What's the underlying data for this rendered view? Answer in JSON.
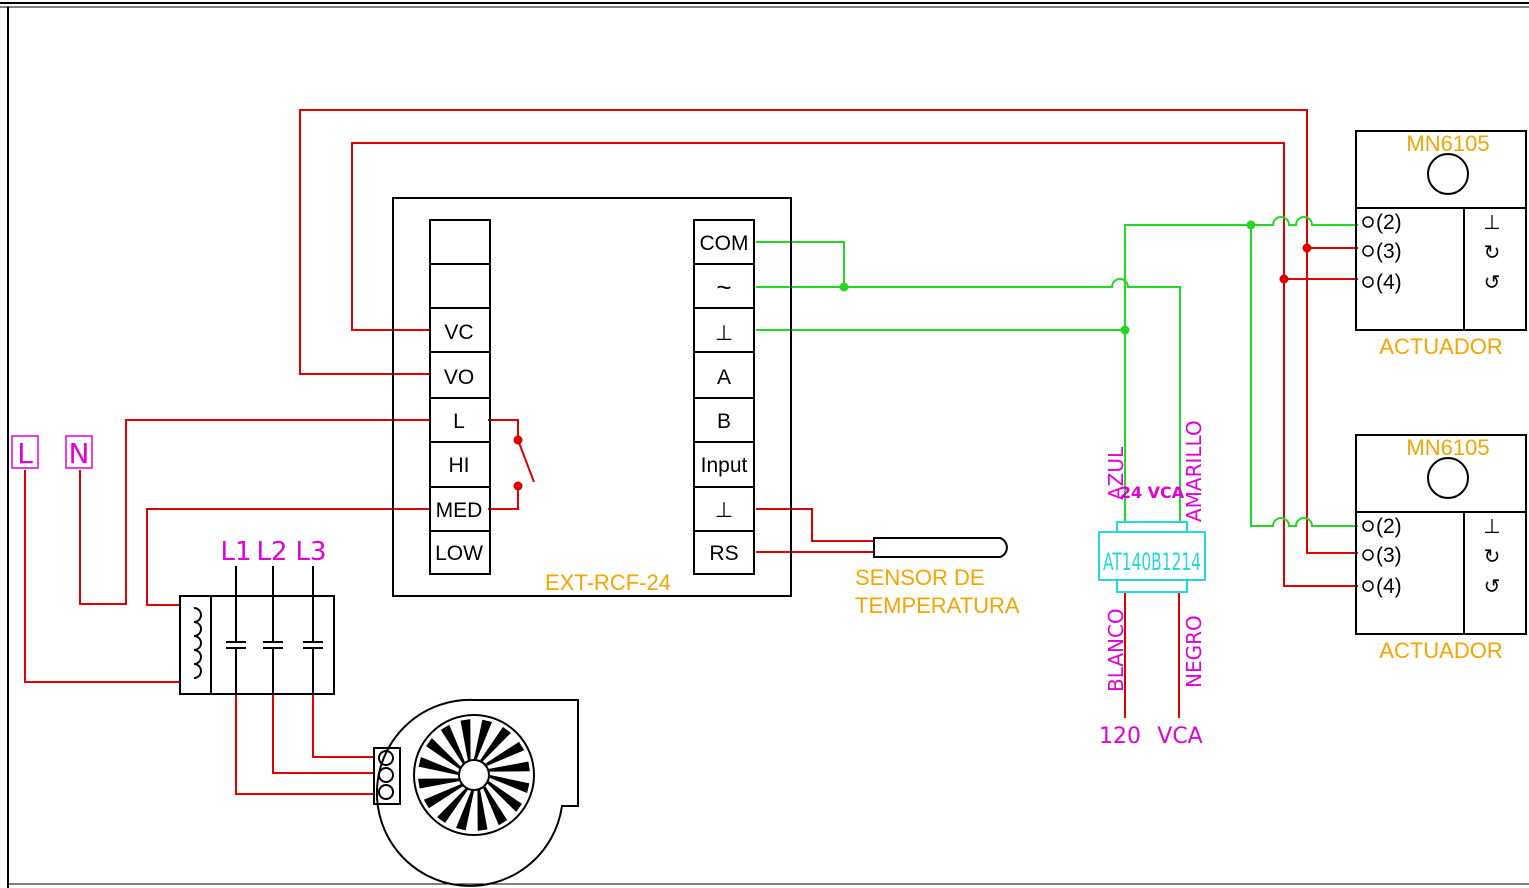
{
  "colors": {
    "power": "#e00000",
    "control": "#22d822",
    "label": "#f5a400",
    "wire_label": "#e000d8"
  },
  "controller": {
    "name": "EXT-RCF-24",
    "left_terminals": [
      "",
      "",
      "VC",
      "VO",
      "L",
      "HI",
      "MED",
      "LOW"
    ],
    "right_terminals": [
      "COM",
      "~",
      "⊥",
      "A",
      "B",
      "Input",
      "⊥",
      "RS"
    ]
  },
  "mains": {
    "line": "L",
    "neutral": "N"
  },
  "fan_speeds": [
    "L1",
    "L2",
    "L3"
  ],
  "sensor": {
    "line1": "SENSOR DE",
    "line2": "TEMPERATURA"
  },
  "transformer": {
    "model": "AT140B1214",
    "secondary_voltage": "24 VCA",
    "secondary_left": "AZUL",
    "secondary_right": "AMARILLO",
    "primary_left": "BLANCO",
    "primary_right": "NEGRO",
    "primary_voltage_left": "120",
    "primary_voltage_right": "VCA"
  },
  "actuators": [
    {
      "model": "MN6105",
      "label": "ACTUADOR",
      "terminals": [
        "(2)",
        "(3)",
        "(4)"
      ],
      "symbols": [
        "⊥",
        "↻",
        "↺"
      ]
    },
    {
      "model": "MN6105",
      "label": "ACTUADOR",
      "terminals": [
        "(2)",
        "(3)",
        "(4)"
      ],
      "symbols": [
        "⊥",
        "↻",
        "↺"
      ]
    }
  ]
}
